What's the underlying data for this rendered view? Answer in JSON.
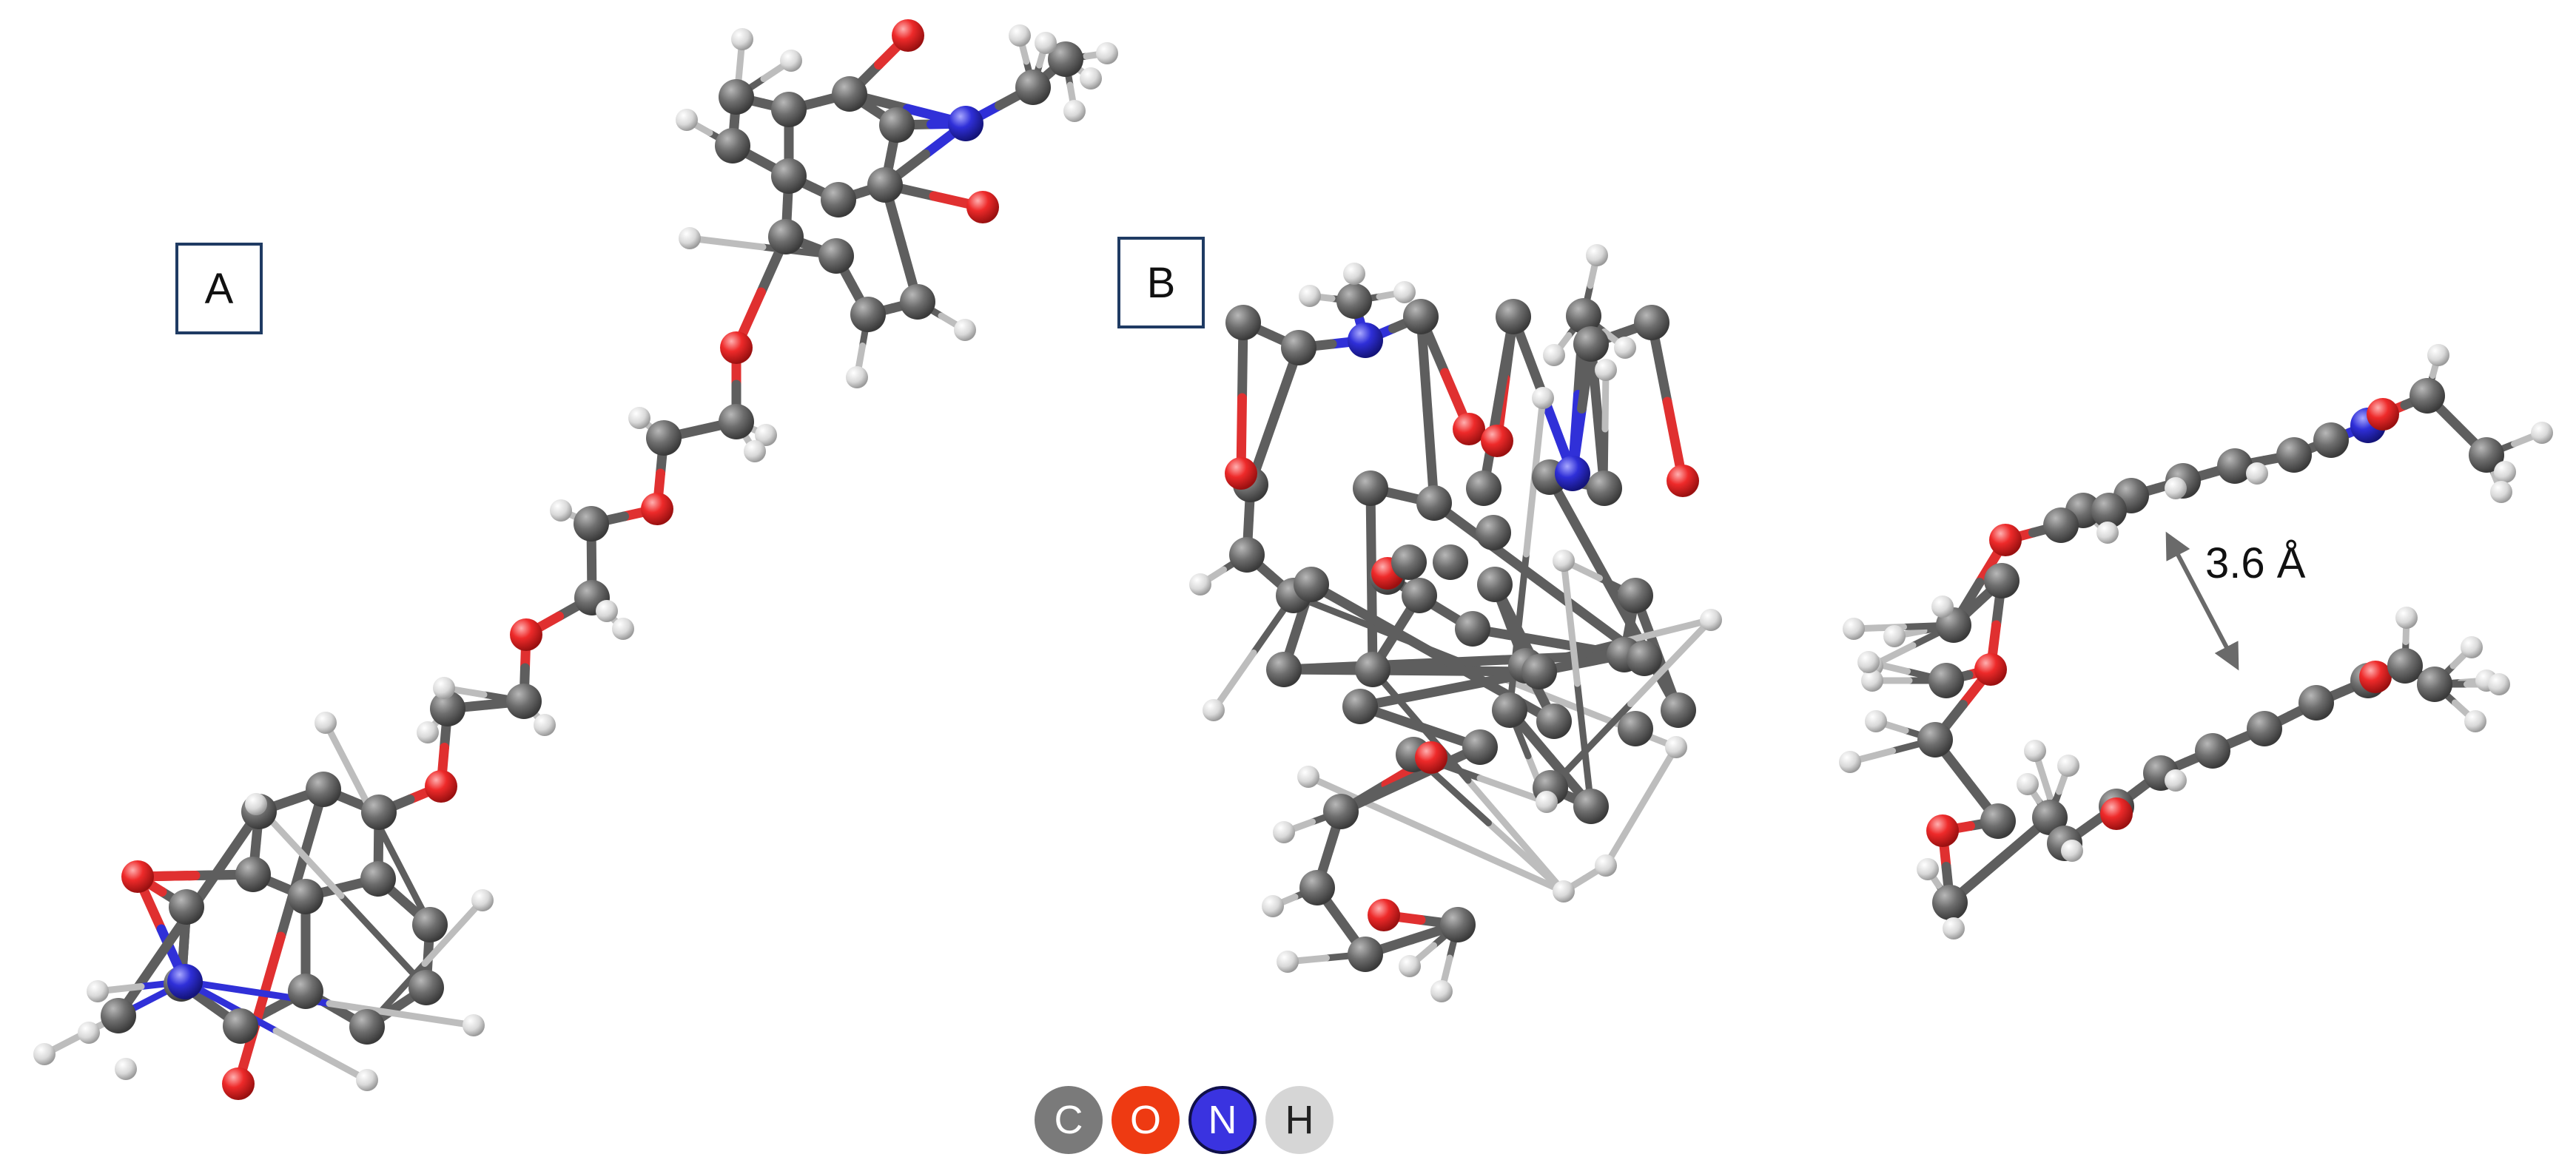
{
  "labels": {
    "panel_a": "A",
    "panel_b": "B"
  },
  "distance_label": "3.6 Å",
  "legend": [
    {
      "symbol": "C",
      "color": "#7a7a7a",
      "text_color": "#ffffff"
    },
    {
      "symbol": "O",
      "color": "#ee3a12",
      "text_color": "#ffffff"
    },
    {
      "symbol": "N",
      "color": "#3a33e0",
      "text_color": "#ffffff"
    },
    {
      "symbol": "H",
      "color": "#d6d6d6",
      "text_color": "#222222"
    }
  ],
  "colors": {
    "carbon": "#6b6b6b",
    "oxygen": "#ee2a2a",
    "nitrogen": "#2f2fd8",
    "hydrogen": "#dcdcdc",
    "frame": "#1f3b63"
  }
}
